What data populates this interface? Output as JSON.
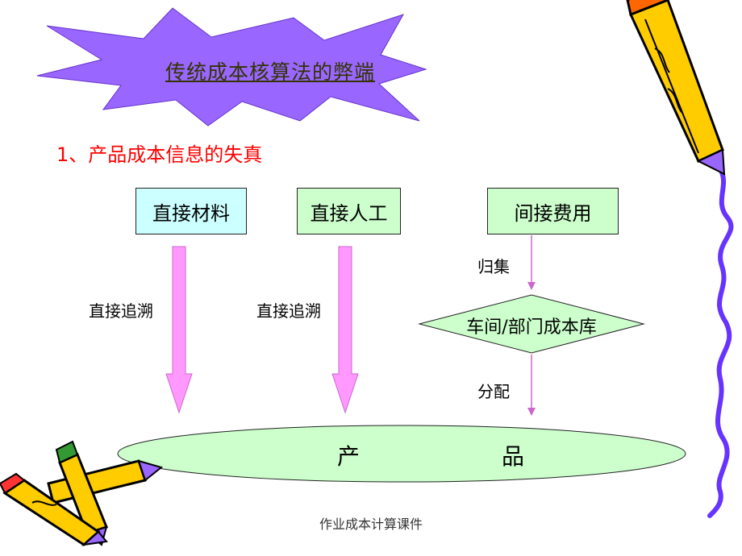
{
  "title": "传统成本核算法的弊端",
  "heading": "1、产品成本信息的失真",
  "boxes": {
    "direct_material": "直接材料",
    "direct_labor": "直接人工",
    "indirect_cost": "间接费用"
  },
  "labels": {
    "trace_left": "直接追溯",
    "trace_middle": "直接追溯",
    "collect": "归集",
    "allocate": "分配"
  },
  "cost_pool": "车间/部门成本库",
  "product": {
    "char1": "产",
    "char2": "品"
  },
  "footer": "作业成本计算课件",
  "colors": {
    "burst": "#9966ff",
    "title_text": "#333300",
    "heading": "#ff0000",
    "box_blue": "#ccffff",
    "box_green": "#ccffcc",
    "arrow_pink": "#ff99ff",
    "product_fill": "#ccffcc"
  },
  "icons": [
    "pencil-icon",
    "squiggle-line"
  ]
}
